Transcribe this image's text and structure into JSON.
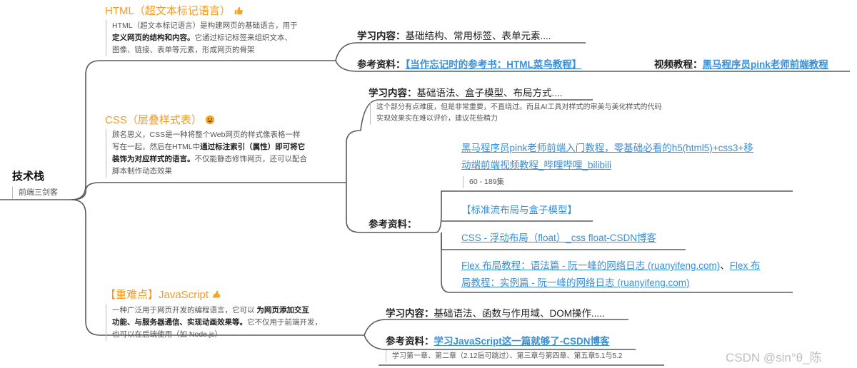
{
  "root": {
    "title": "技术栈",
    "subtitle": "前端三剑客"
  },
  "html_topic": {
    "title": "HTML（超文本标记语言）",
    "icon": "thumbs-up-icon",
    "note_pre": "HTML（超文本标记语言）是构建网页的基础语言，用于",
    "note_bold": "定义网页的结构和内容。",
    "note_post": "它通过标记标签来组织文本、",
    "note_line3": "图像、链接、表单等元素，形成网页的骨架",
    "learn_label": "学习内容：",
    "learn_value": "基础结构、常用标签、表单元素....",
    "ref_label": "参考资料：",
    "ref_link": "【当作忘记时的参考书：HTML菜鸟教程】",
    "video_label": "视频教程：",
    "video_link": "黑马程序员pink老师前端教程"
  },
  "css_topic": {
    "title": "CSS（层叠样式表）",
    "icon": "grin-face-icon",
    "note_l1": "顾名思义，CSS是一种将整个Web网页的样式像表格一样",
    "note_l2_pre": "写在一起，然后在HTML中",
    "note_l2_bold": "通过标注索引（属性）即可将它",
    "note_l3_bold": "装饰为对应样式的语言。",
    "note_l3_post": "不仅能静态修饰网页，还可以配合",
    "note_l4": "脚本制作动态效果",
    "learn_label": "学习内容：",
    "learn_value": "基础语法、盒子模型、布局方式....",
    "learn_note_1": "这个部分有点难度，但是非常重要，不直绕过。而且AI工具对样式的审美与美化样式的代码",
    "learn_note_2": "实现效果实在难以评价，建议花些精力",
    "ref_label": "参考资料：",
    "link1_l1": "黑马程序员pink老师前端入门教程，零基础必看的h5(html5)+css3+移",
    "link1_l2": "动端前端视频教程_哔哩哔哩_bilibili",
    "link1_note": "60 - 189集",
    "link2": "【标准流布局与盒子模型】",
    "link3": "CSS - 浮动布局（float）_css float-CSDN博客",
    "link4a_l1": "Flex 布局教程：语法篇 - 阮一峰的网络日志 (ruanyifeng.com)",
    "link4_sep": "、",
    "link4b_l1": "Flex 布",
    "link4b_l2": "局教程：实例篇 - 阮一峰的网络日志 (ruanyifeng.com)"
  },
  "js_topic": {
    "title": "【重难点】JavaScript",
    "icon": "flexed-biceps-icon",
    "note_l1_pre": "一种广泛用于网页开发的编程语言，它可以 ",
    "note_l1_bold": "为网页添加交互",
    "note_l2_bold": "功能、与服务器通信、实现动画效果等。",
    "note_l2_post": "它不仅用于前端开发，",
    "note_l3": "也可以在后端使用（如 Node.js）",
    "learn_label": "学习内容：",
    "learn_value": "基础语法、函数与作用域、DOM操作.....",
    "ref_label": "参考资料：",
    "ref_link": "学习JavaScript这一篇就够了-CSDN博客",
    "ref_note": "学习第一章、第二章（2.12后可跳过）、第三章与第四章、第五章5.1与5.2"
  },
  "watermark": "CSDN @sin°θ_陈",
  "colors": {
    "accent_orange": "#f39a2b",
    "link_blue": "#3a8fd6",
    "line": "#555555"
  }
}
